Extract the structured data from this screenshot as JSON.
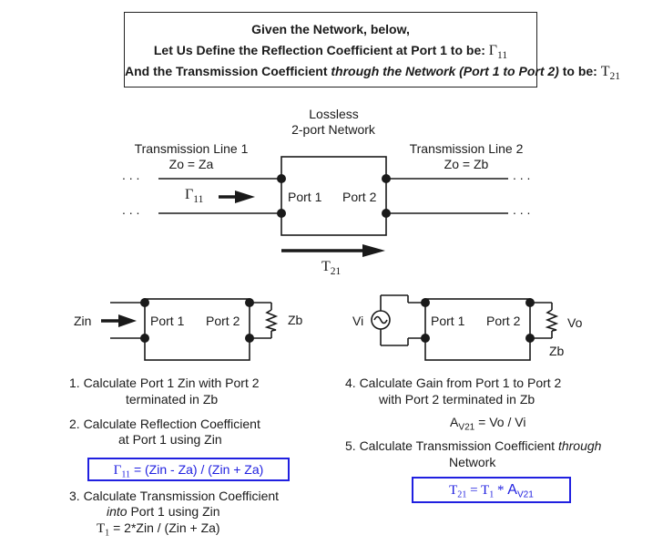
{
  "header": {
    "line1": "Given the Network, below,",
    "line2_text": "Let Us Define the Reflection Coefficient at Port 1 to be:",
    "line2_symbol": "Γ",
    "line2_sub": "11",
    "line3_prefix": "And the Transmission Coefficient",
    "line3_italic": "through the Network (Port 1 to Port 2)",
    "line3_suffix": "to be:",
    "line3_symbol": "T",
    "line3_sub": "21"
  },
  "top_diagram": {
    "network_title_1": "Lossless",
    "network_title_2": "2-port Network",
    "tl1_name": "Transmission Line 1",
    "tl1_z": "Zo = Za",
    "tl2_name": "Transmission Line 2",
    "tl2_z": "Zo = Zb",
    "port1": "Port 1",
    "port2": "Port 2",
    "gamma_symbol": "Γ",
    "gamma_sub": "11",
    "t_symbol": "T",
    "t_sub": "21",
    "dots": ". . ."
  },
  "left_diagram": {
    "zin": "Zin",
    "port1": "Port 1",
    "port2": "Port 2",
    "load": "Zb"
  },
  "right_diagram": {
    "source": "Vi",
    "port1": "Port 1",
    "port2": "Port 2",
    "vo": "Vo",
    "load": "Zb"
  },
  "steps": {
    "s1_a": "1.  Calculate Port 1 Zin with Port 2",
    "s1_b": "terminated in Zb",
    "s2_a": "2.  Calculate Reflection Coefficient",
    "s2_b": "at Port 1 using Zin",
    "s2_formula_symbol": "Γ",
    "s2_formula_sub": "11",
    "s2_formula_rest": " =  (Zin - Za) / (Zin + Za)",
    "s3_a": "3.  Calculate Transmission Coefficient",
    "s3_b_italic": "into",
    "s3_b_rest": " Port 1 using Zin",
    "s3_formula_symbol": "T",
    "s3_formula_sub": "1",
    "s3_formula_rest": " =  2*Zin / (Zin + Za)",
    "s4_a": "4.  Calculate Gain from Port 1 to Port 2",
    "s4_b": "with Port 2 terminated in Zb",
    "s4_formula_a": "A",
    "s4_formula_sub": "V21",
    "s4_formula_rest": " = Vo / Vi",
    "s5_a": "5.  Calculate Transmission Coefficient ",
    "s5_a_italic": "through",
    "s5_b": "Network",
    "s5_formula_t": "T",
    "s5_formula_t_sub": "21",
    "s5_formula_eq": "  = T",
    "s5_formula_t1_sub": "1",
    "s5_formula_mul": " * ",
    "s5_formula_a": "A",
    "s5_formula_a_sub": "V21"
  },
  "colors": {
    "formula_blue": "#2020e0",
    "line": "#1a1a1a"
  }
}
